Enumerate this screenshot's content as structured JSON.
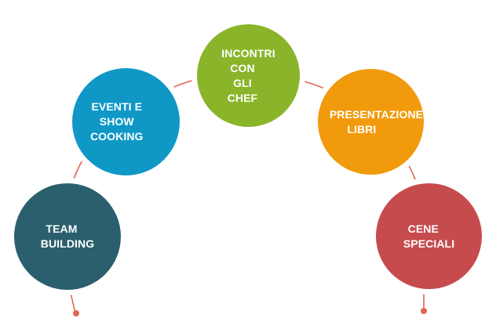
{
  "nodes": [
    {
      "id": "team",
      "line1": "TEAM",
      "line2": "BUILDING",
      "color": "#2b5f6e"
    },
    {
      "id": "eventi",
      "line1": "EVENTI E",
      "line2": "SHOW COOKING",
      "color": "#0f98c6"
    },
    {
      "id": "incontri",
      "line1": "INCONTRI",
      "line2": "CON GLI",
      "line3": "CHEF",
      "color": "#8ab52a"
    },
    {
      "id": "presentazione",
      "line1": "PRESENTAZIONE",
      "line2": "LIBRI",
      "color": "#f19a0c"
    },
    {
      "id": "cene",
      "line1": "CENE",
      "line2": "SPECIALI",
      "color": "#c64b4d"
    }
  ],
  "arc_color": "#e0674f"
}
